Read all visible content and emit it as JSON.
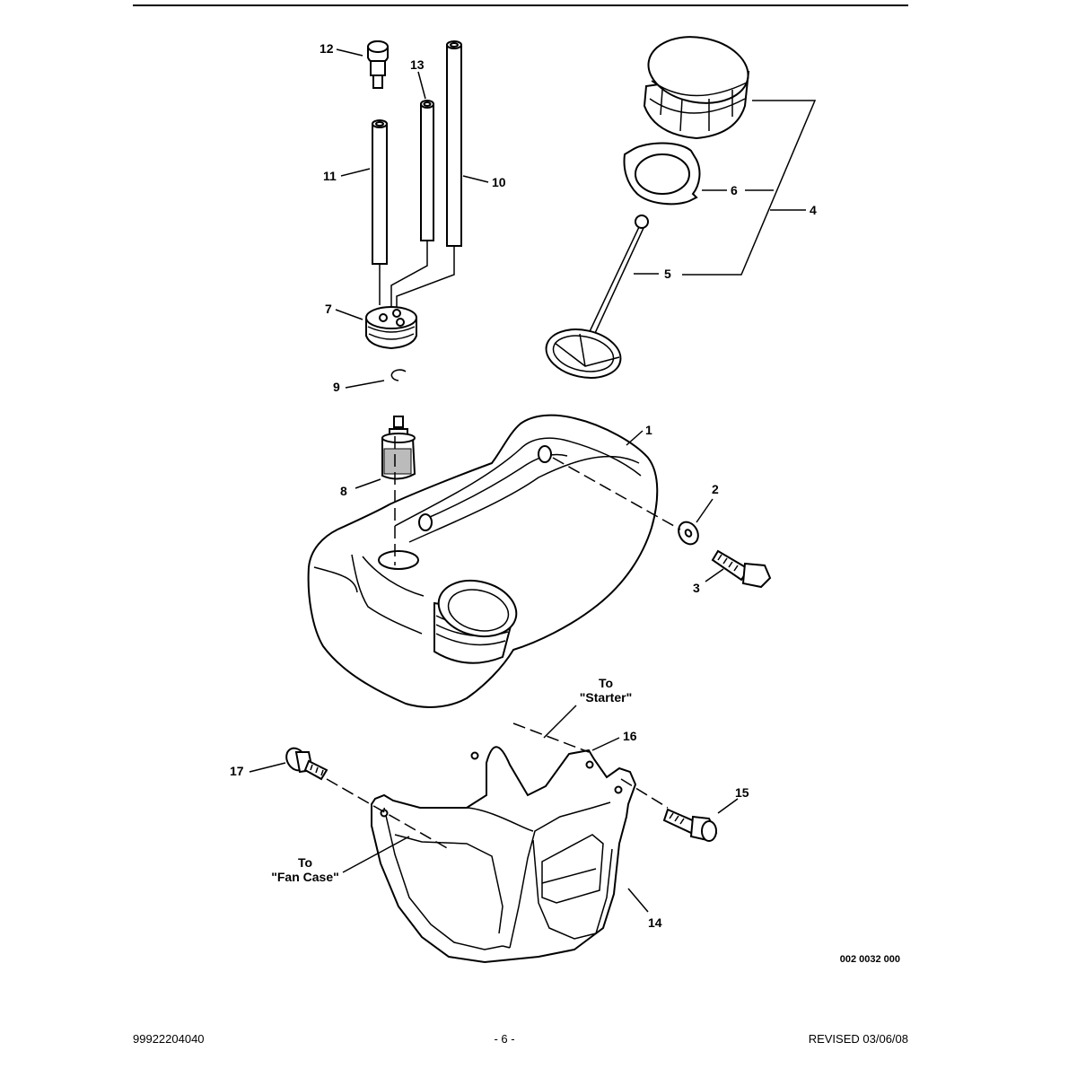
{
  "figure_code": "002 0032 000",
  "footer": {
    "doc_number": "99922204040",
    "page": "- 6 -",
    "revised": "REVISED 03/06/08"
  },
  "callouts": {
    "c1": "1",
    "c2": "2",
    "c3": "3",
    "c4": "4",
    "c5": "5",
    "c6": "6",
    "c7": "7",
    "c8": "8",
    "c9": "9",
    "c10": "10",
    "c11": "11",
    "c12": "12",
    "c13": "13",
    "c14": "14",
    "c15": "15",
    "c16": "16",
    "c17": "17"
  },
  "notes": {
    "to_starter_line1": "To",
    "to_starter_line2": "\"Starter\"",
    "to_fancase_line1": "To",
    "to_fancase_line2": "\"Fan Case\""
  }
}
